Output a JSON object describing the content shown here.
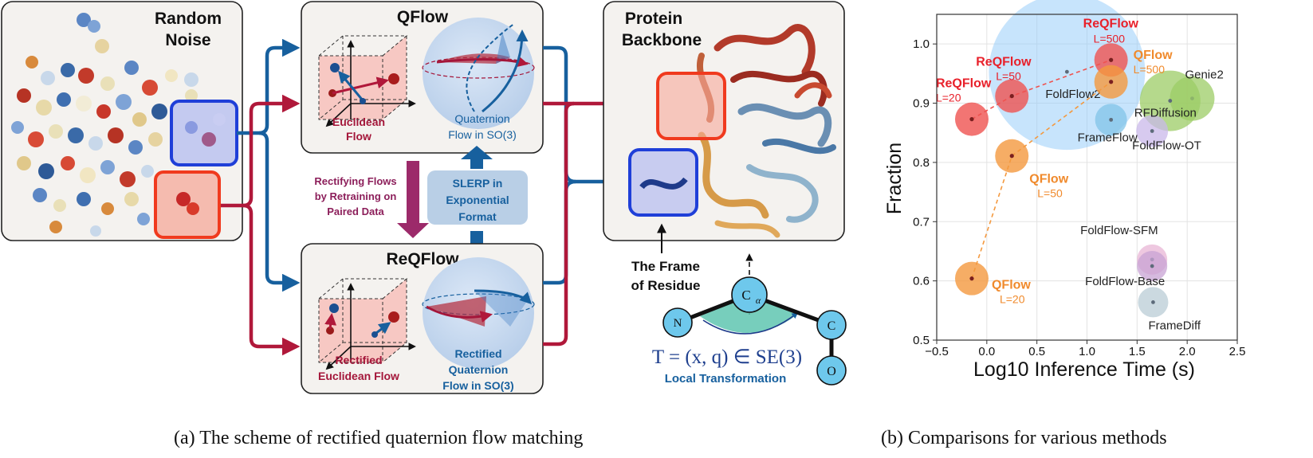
{
  "figure": {
    "caption_a": "(a) The scheme of rectified quaternion flow matching",
    "caption_b": "(b) Comparisons for various methods"
  },
  "scheme": {
    "noise_title": [
      "Random",
      "Noise"
    ],
    "qflow_title": "QFlow",
    "reqflow_title": "ReQFlow",
    "protein_title": [
      "Protein",
      "Backbone"
    ],
    "qflow_euclid": [
      "Euclidean",
      "Flow"
    ],
    "qflow_quat": [
      "Quaternion",
      "Flow in SO(3)"
    ],
    "reqflow_euclid": [
      "Rectified",
      "Euclidean Flow"
    ],
    "reqflow_quat": [
      "Rectified",
      "Quaternion",
      "Flow in SO(3)"
    ],
    "rectify_text": [
      "Rectifying Flows",
      "by Retraining on",
      "Paired Data"
    ],
    "slerp_text": [
      "SLERP in",
      "Exponential",
      "Format"
    ],
    "frame_text": [
      "The Frame",
      "of Residue"
    ],
    "atom_n": "N",
    "atom_ca": "C",
    "atom_ca_sub": "α",
    "atom_c": "C",
    "atom_o": "O",
    "transform_eq": "T = (x, q) ∈ SE(3)",
    "transform_label": "Local Transformation",
    "colors": {
      "red": "#b0183a",
      "blue": "#17609e",
      "orange": "#ee8a3a",
      "highlight_red": "#f03a1e",
      "highlight_blue": "#1f3fd8"
    }
  },
  "chart_data": {
    "type": "scatter",
    "xlabel": "Log10 Inference Time (s)",
    "ylabel": "Fraction",
    "xlim": [
      -0.5,
      2.5
    ],
    "ylim": [
      0.5,
      1.05
    ],
    "xticks": [
      "−0.5",
      "0.0",
      "0.5",
      "1.0",
      "1.5",
      "2.0",
      "2.5"
    ],
    "yticks": [
      "0.5",
      "0.6",
      "0.7",
      "0.8",
      "0.9",
      "1.0"
    ],
    "grid": true,
    "points": [
      {
        "name": "FoldFlow2",
        "x": 0.8,
        "y": 0.953,
        "color": "#90caf9",
        "text_color": "#222222"
      },
      {
        "name": "Genie2",
        "x": 2.05,
        "y": 0.908,
        "color": "#9ccc65",
        "text_color": "#222222"
      },
      {
        "name": "RFDiffusion",
        "x": 1.83,
        "y": 0.904,
        "color": "#9ccc65",
        "text_color": "#222222"
      },
      {
        "name": "FrameFlow",
        "x": 1.24,
        "y": 0.872,
        "color": "#81c4e8",
        "text_color": "#222222"
      },
      {
        "name": "FoldFlow-OT",
        "x": 1.65,
        "y": 0.853,
        "color": "#c9b8ea",
        "text_color": "#222222"
      },
      {
        "name": "FoldFlow-SFM",
        "x": 1.65,
        "y": 0.636,
        "color": "#e8b5d6",
        "text_color": "#222222"
      },
      {
        "name": "FoldFlow-Base",
        "x": 1.65,
        "y": 0.625,
        "color": "#c8a3d4",
        "text_color": "#222222"
      },
      {
        "name": "FrameDiff",
        "x": 1.66,
        "y": 0.564,
        "color": "#b9ccd6",
        "text_color": "#222222"
      }
    ],
    "series": [
      {
        "name": "ReQFlow",
        "color": "#ef5350",
        "text_color": "#e8202a",
        "points": [
          {
            "x": -0.15,
            "y": 0.873,
            "sub": "L=20"
          },
          {
            "x": 0.25,
            "y": 0.912,
            "sub": "L=50"
          },
          {
            "x": 1.24,
            "y": 0.973,
            "sub": "L=500"
          }
        ]
      },
      {
        "name": "QFlow",
        "color": "#f4993f",
        "text_color": "#f08a2c",
        "points": [
          {
            "x": -0.15,
            "y": 0.604,
            "sub": "L=20"
          },
          {
            "x": 0.25,
            "y": 0.811,
            "sub": "L=50"
          },
          {
            "x": 1.24,
            "y": 0.936,
            "sub": "L=500"
          }
        ]
      }
    ]
  }
}
